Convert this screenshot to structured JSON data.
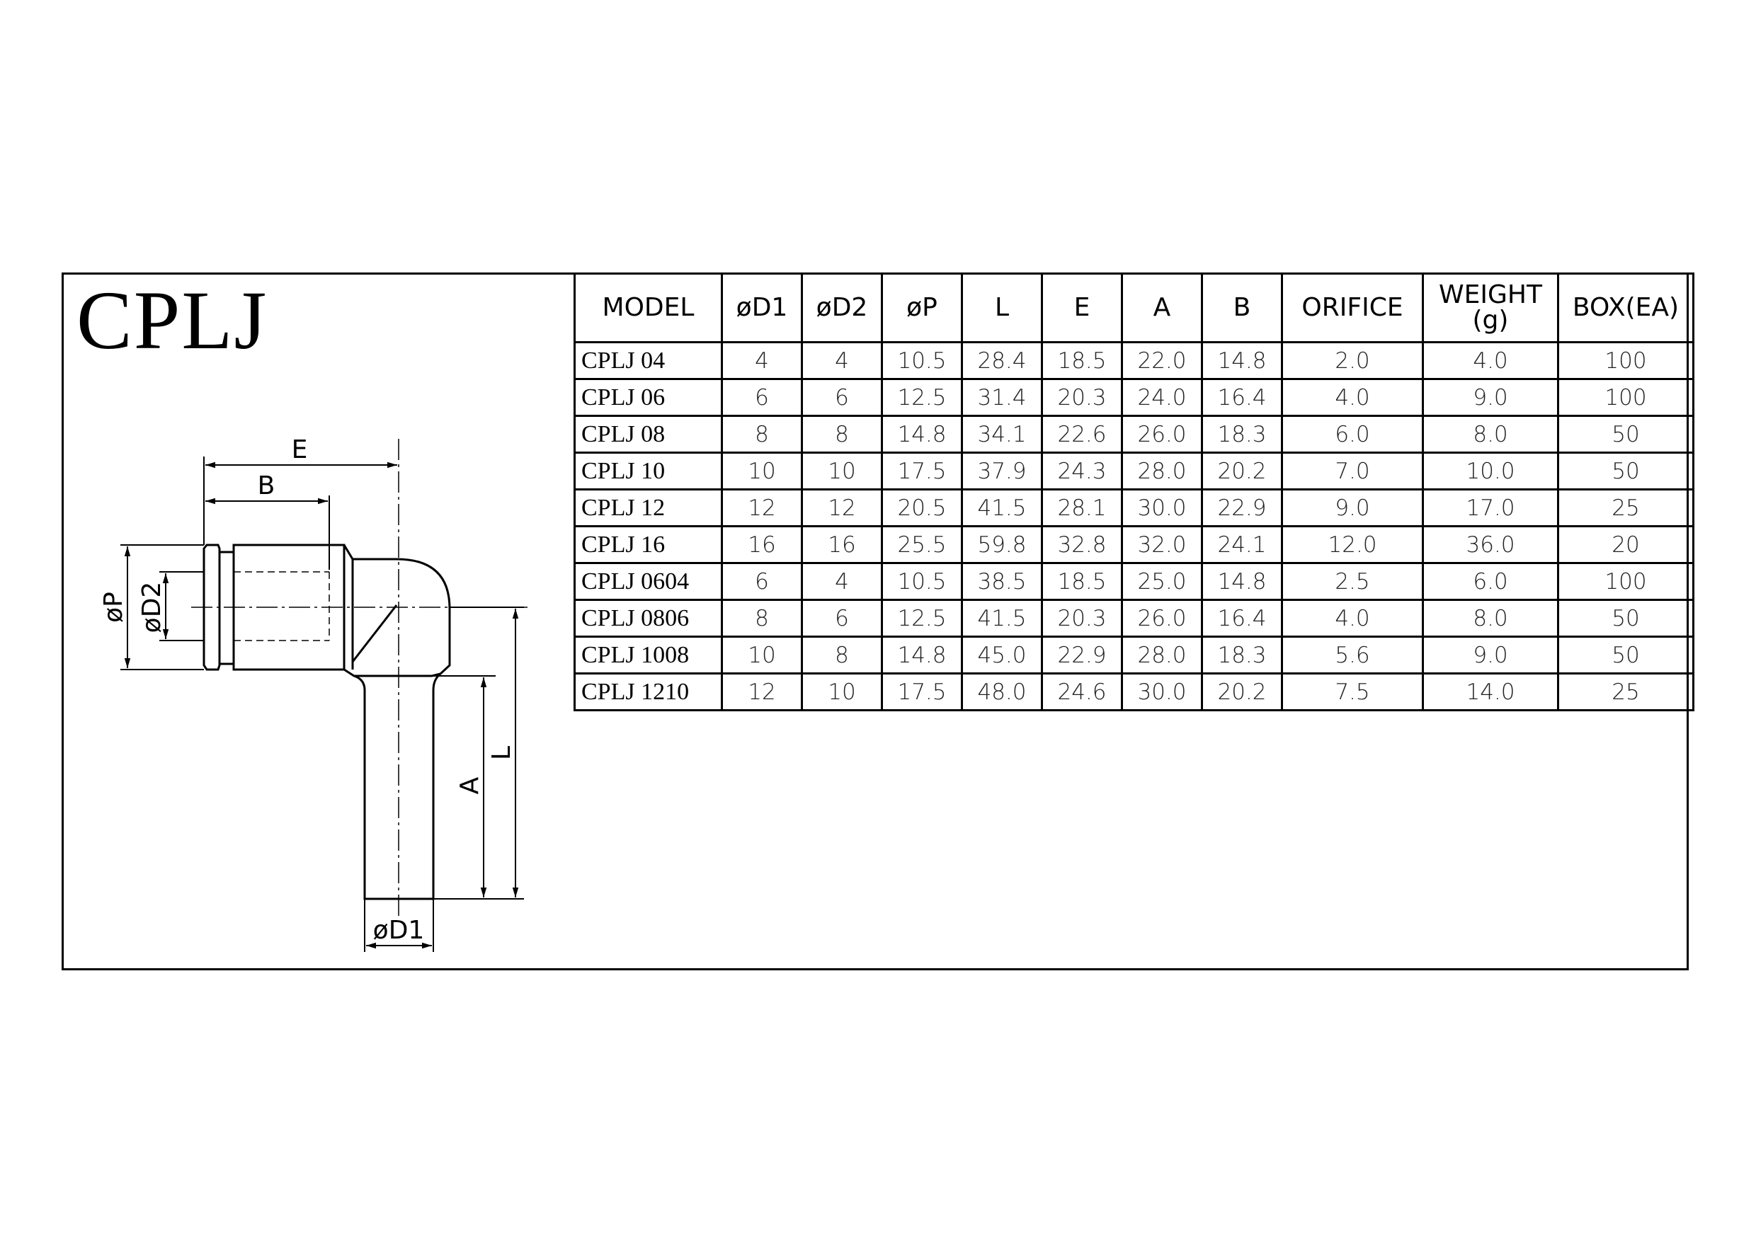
{
  "title": "CPLJ",
  "drawing_labels": {
    "E": "E",
    "B": "B",
    "P": "øP",
    "D2": "øD2",
    "A": "A",
    "L": "L",
    "D1": "øD1"
  },
  "table": {
    "headers": [
      "MODEL",
      "øD1",
      "øD2",
      "øP",
      "L",
      "E",
      "A",
      "B",
      "ORIFICE",
      "WEIGHT",
      "BOX(EA)"
    ],
    "weight_unit": "(g)",
    "rows": [
      [
        "CPLJ 04",
        "4",
        "4",
        "10.5",
        "28.4",
        "18.5",
        "22.0",
        "14.8",
        "2.0",
        "4.0",
        "100"
      ],
      [
        "CPLJ 06",
        "6",
        "6",
        "12.5",
        "31.4",
        "20.3",
        "24.0",
        "16.4",
        "4.0",
        "9.0",
        "100"
      ],
      [
        "CPLJ 08",
        "8",
        "8",
        "14.8",
        "34.1",
        "22.6",
        "26.0",
        "18.3",
        "6.0",
        "8.0",
        "50"
      ],
      [
        "CPLJ 10",
        "10",
        "10",
        "17.5",
        "37.9",
        "24.3",
        "28.0",
        "20.2",
        "7.0",
        "10.0",
        "50"
      ],
      [
        "CPLJ 12",
        "12",
        "12",
        "20.5",
        "41.5",
        "28.1",
        "30.0",
        "22.9",
        "9.0",
        "17.0",
        "25"
      ],
      [
        "CPLJ 16",
        "16",
        "16",
        "25.5",
        "59.8",
        "32.8",
        "32.0",
        "24.1",
        "12.0",
        "36.0",
        "20"
      ],
      [
        "CPLJ 0604",
        "6",
        "4",
        "10.5",
        "38.5",
        "18.5",
        "25.0",
        "14.8",
        "2.5",
        "6.0",
        "100"
      ],
      [
        "CPLJ 0806",
        "8",
        "6",
        "12.5",
        "41.5",
        "20.3",
        "26.0",
        "16.4",
        "4.0",
        "8.0",
        "50"
      ],
      [
        "CPLJ 1008",
        "10",
        "8",
        "14.8",
        "45.0",
        "22.9",
        "28.0",
        "18.3",
        "5.6",
        "9.0",
        "50"
      ],
      [
        "CPLJ 1210",
        "12",
        "10",
        "17.5",
        "48.0",
        "24.6",
        "30.0",
        "20.2",
        "7.5",
        "14.0",
        "25"
      ]
    ]
  }
}
